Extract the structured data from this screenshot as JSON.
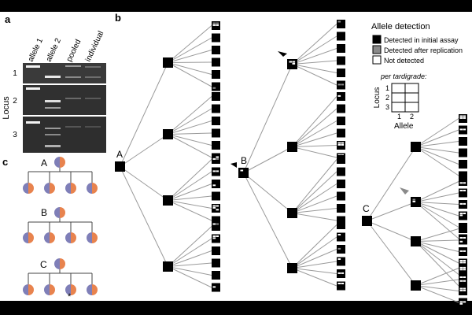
{
  "panels": {
    "a": {
      "label": "a",
      "lanes": [
        "allele 1",
        "allele 2",
        "pooled",
        "individual"
      ],
      "loci": [
        "1",
        "2",
        "3"
      ],
      "ylabel": "Locus"
    },
    "b": {
      "label": "b",
      "trees": [
        {
          "name": "A",
          "children": 4,
          "grandchildren": 6
        },
        {
          "name": "B",
          "children": 4,
          "grandchildren": 6
        },
        {
          "name": "C",
          "children": 4,
          "grandchildren": 6
        }
      ]
    },
    "c": {
      "label": "c",
      "groups": [
        {
          "name": "A",
          "children": 4
        },
        {
          "name": "B",
          "children": 4
        },
        {
          "name": "C",
          "children": 4,
          "marked_child": 3,
          "marker": "*"
        }
      ],
      "colors": {
        "allele1": "#e8834e",
        "allele2": "#7f7fb8"
      }
    }
  },
  "legend": {
    "title": "Allele detection",
    "items": [
      {
        "label": "Detected in initial assay",
        "color": "#000000"
      },
      {
        "label": "Detected after replication",
        "color": "#8a8a8a"
      },
      {
        "label": "Not detected",
        "color": "#ffffff"
      }
    ],
    "grid_title": "per tardigrade:",
    "grid_ylabel": "Locus",
    "grid_rows": [
      "1",
      "2",
      "3"
    ],
    "grid_cols": [
      "1",
      "2"
    ],
    "grid_xlabel": "Allele"
  }
}
